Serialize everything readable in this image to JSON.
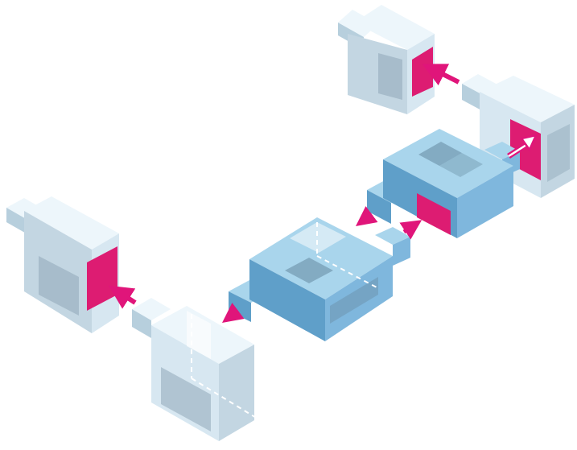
{
  "diagram": {
    "kind": "exploded-assembly",
    "background": "#ffffff",
    "colors": {
      "dark_top": "#a9d5ec",
      "dark_left": "#5f9fc9",
      "dark_right": "#7fb7dd",
      "light_top": "#edf6fb",
      "light_left": "#b7cfdd",
      "light_right": "#d7e7f1",
      "panel_pattern": "#8fa8b8",
      "connector_face": "#dd1c72",
      "arrow": "#e0157a",
      "dashed_edge": "#ffffff"
    },
    "blocks": [
      {
        "id": "top-right-end-block",
        "tone": "light",
        "connector_face": true
      },
      {
        "id": "right-end-block",
        "tone": "light",
        "connector_face": true
      },
      {
        "id": "upper-center-hub-block",
        "tone": "dark",
        "connector_face": true
      },
      {
        "id": "lower-center-hub-block",
        "tone": "dark",
        "connector_face": false
      },
      {
        "id": "left-end-block",
        "tone": "light",
        "connector_face": true
      },
      {
        "id": "bottom-end-block",
        "tone": "light",
        "connector_face": false
      }
    ],
    "arrows": [
      {
        "id": "arrow-top-pair",
        "style": "solid"
      },
      {
        "id": "arrow-right-pair",
        "style": "outline"
      },
      {
        "id": "arrow-hub-to-tab",
        "style": "solid"
      },
      {
        "id": "arrow-tab-to-hub",
        "style": "solid"
      },
      {
        "id": "arrow-left-pair",
        "style": "solid"
      },
      {
        "id": "arrow-bottom-pair",
        "style": "solid"
      }
    ]
  }
}
